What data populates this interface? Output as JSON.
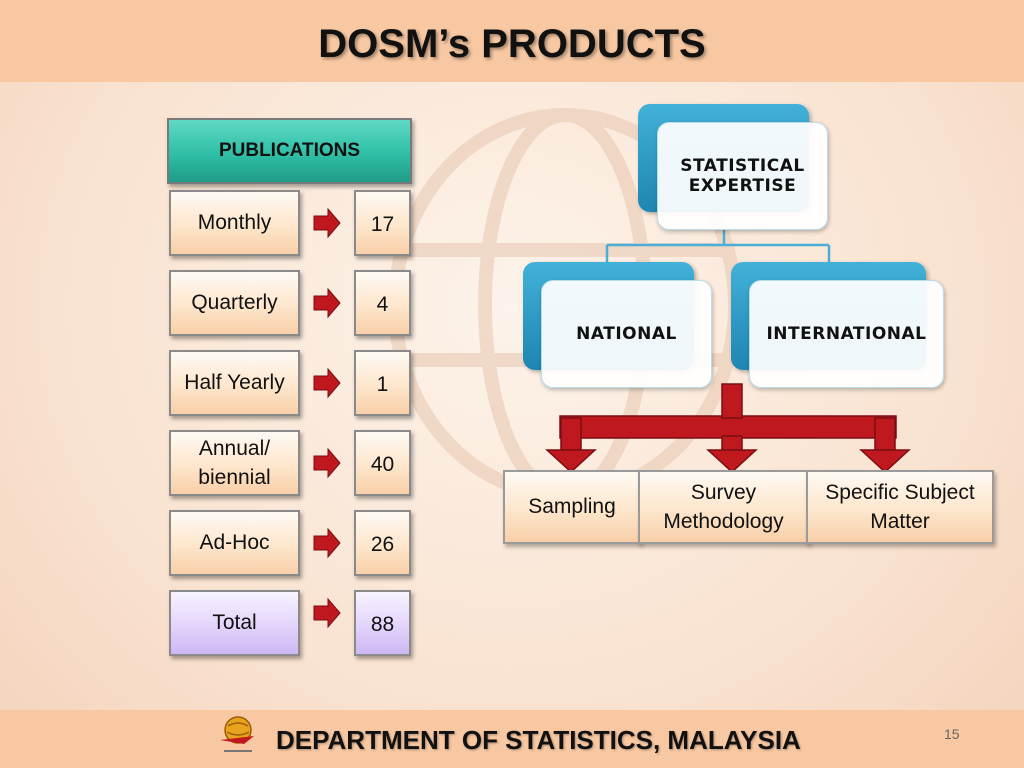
{
  "title": "DOSM’s PRODUCTS",
  "publications": {
    "header": "PUBLICATIONS",
    "rows": [
      {
        "label": "Monthly",
        "value": "17"
      },
      {
        "label": "Quarterly",
        "value": "4"
      },
      {
        "label": "Half Yearly",
        "value": "1"
      },
      {
        "label": "Annual/ biennial",
        "value": "40"
      },
      {
        "label": "Ad-Hoc",
        "value": "26"
      },
      {
        "label": "Total",
        "value": "88"
      }
    ]
  },
  "expertise": {
    "root": "STATISTICAL EXPERTISE",
    "branches": [
      "NATIONAL",
      "INTERNATIONAL"
    ],
    "areas": [
      "Sampling",
      "Survey Methodology",
      "Specific Subject Matter"
    ]
  },
  "footer": {
    "department": "DEPARTMENT OF STATISTICS, MALAYSIA",
    "slide_number": "15"
  },
  "colors": {
    "header_band": "#f8c8a2",
    "publications_header": "#2fbfa6",
    "org_chart_blue": "#1d86b1",
    "arrow_red": "#c0181f",
    "total_purple": "#cdb8f3"
  }
}
